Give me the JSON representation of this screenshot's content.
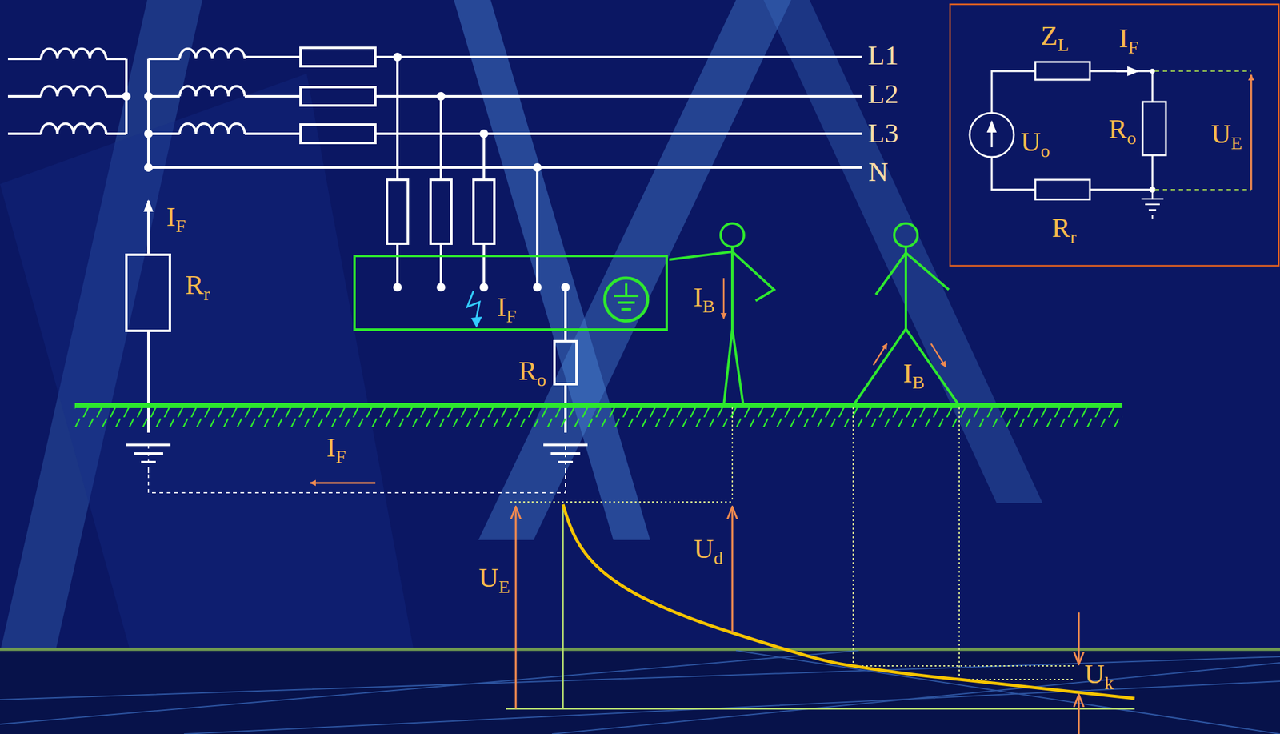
{
  "diagram": {
    "nodes": [
      {
        "text": [
          "IF"
        ]
      }
    ],
    "edges": [],
    "labels": [
      "L1",
      "L2",
      "L3",
      "N",
      "IF",
      "Rr",
      "Ro",
      "IB",
      "IB",
      "IF",
      "UE",
      "Ud",
      "Uk",
      "ZL",
      "IF",
      "Uo",
      "Ro",
      "UE",
      "Rr"
    ]
  }
}
